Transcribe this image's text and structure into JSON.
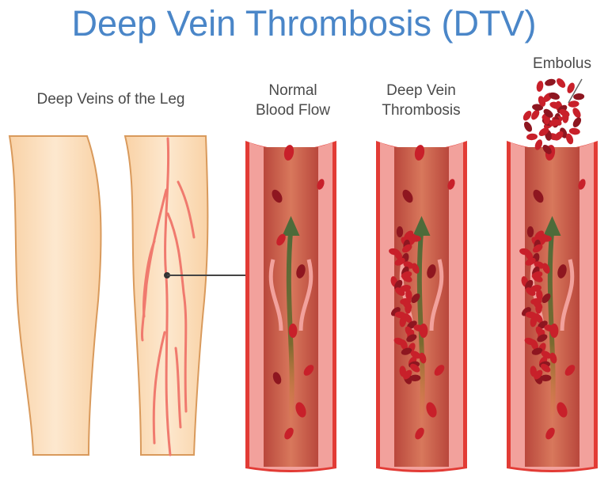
{
  "title": "Deep Vein Thrombosis (DTV)",
  "labels": {
    "leg": "Deep Veins of the Leg",
    "normal_line1": "Normal",
    "normal_line2": "Blood Flow",
    "dvt_line1": "Deep Vein",
    "dvt_line2": "Thrombosis",
    "embolus": "Embolus"
  },
  "colors": {
    "title": "#4a86c8",
    "vessel_wall": "#e23b35",
    "wall_inner": "#f2a19c",
    "lumen": "#c9604c",
    "cell": "#c8202a",
    "arrow": "#4d6b3a",
    "skin": "#fde3c4"
  }
}
